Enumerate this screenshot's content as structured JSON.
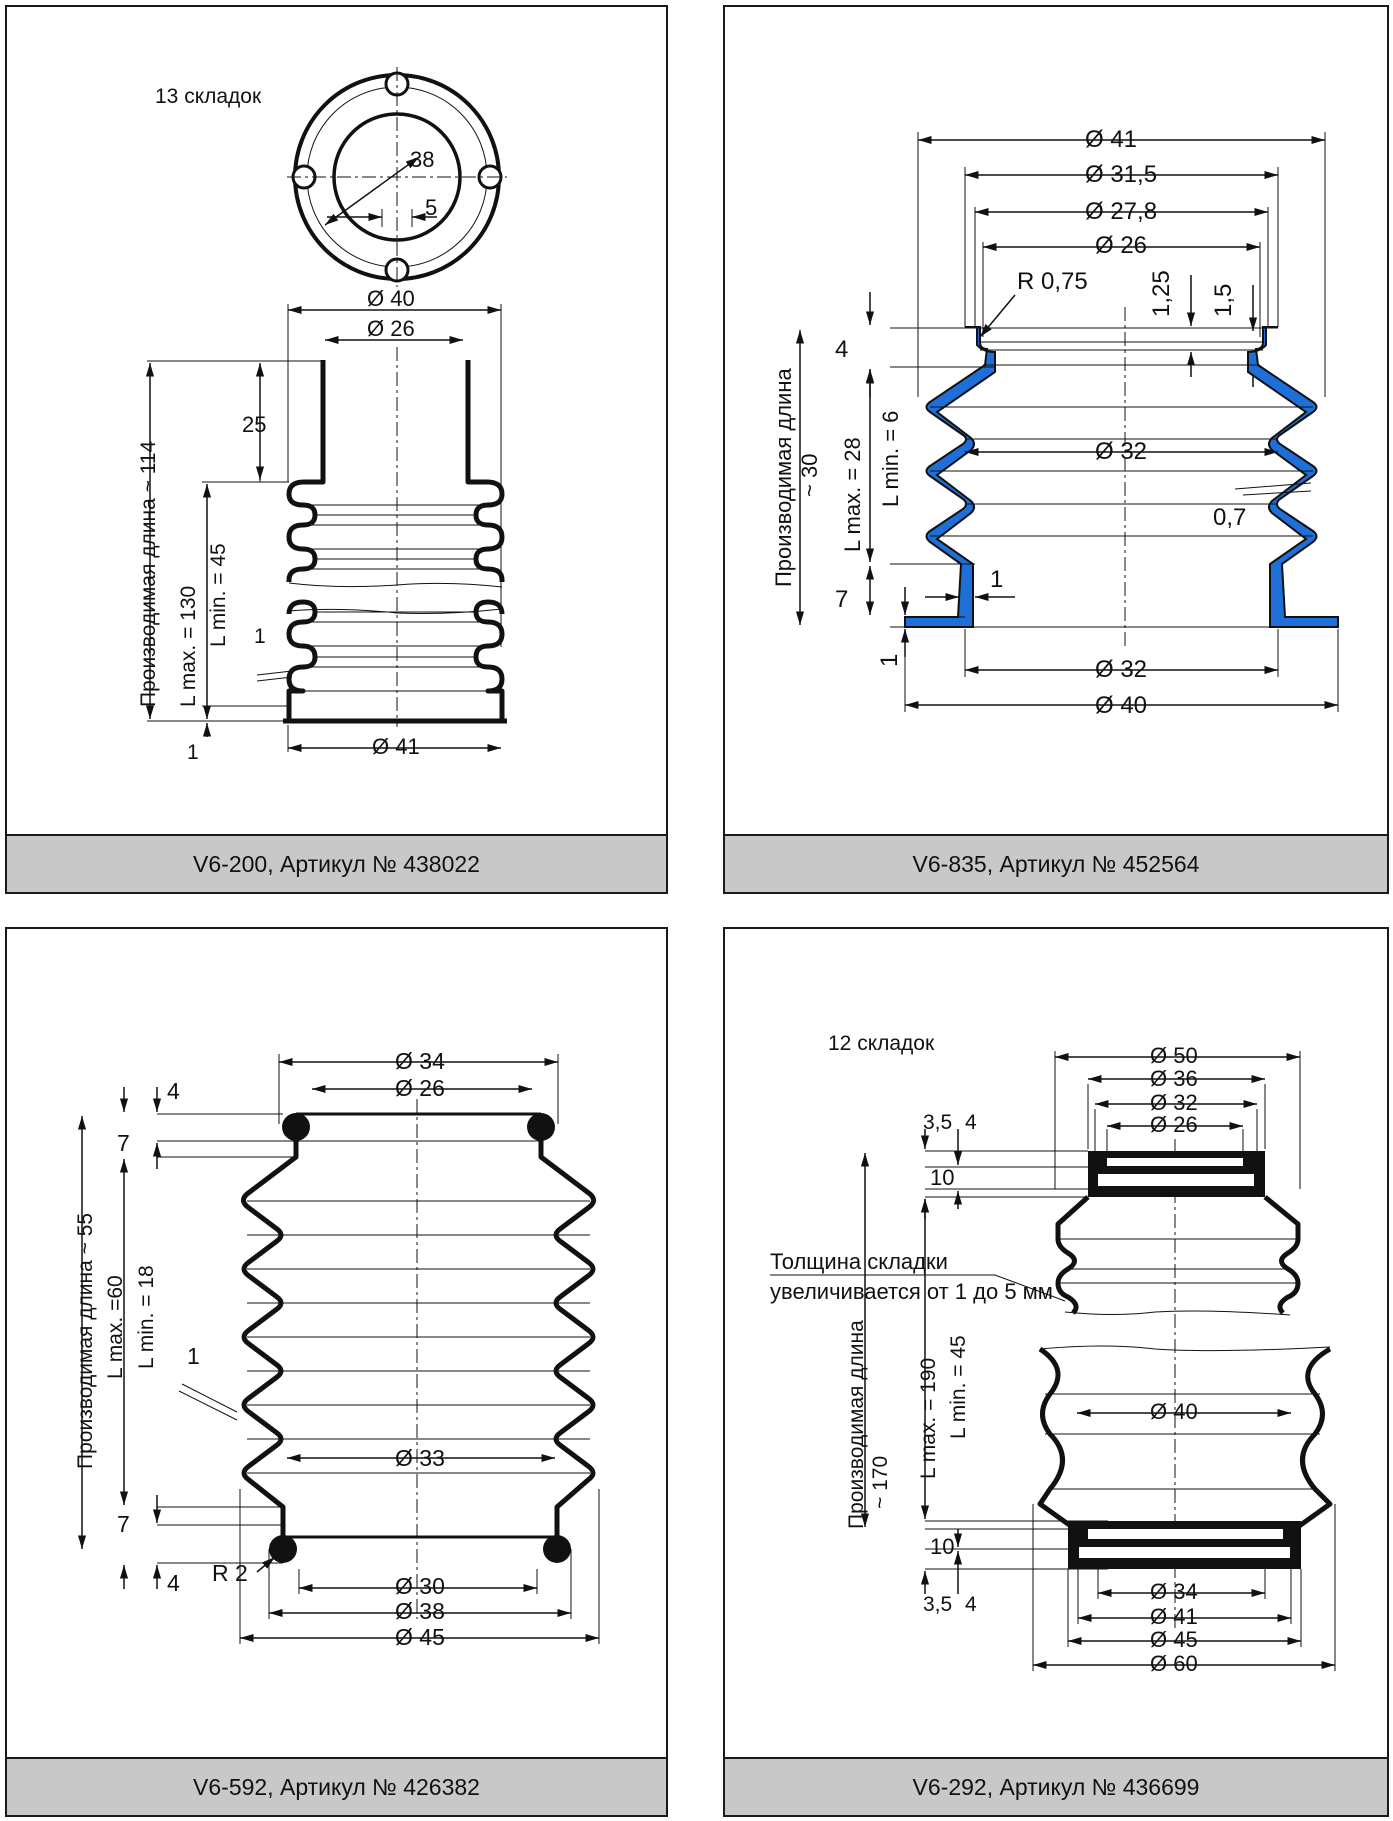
{
  "panels": [
    {
      "caption": "V6-200, Артикул № 438022",
      "folds_note": "13 складок",
      "labels": {
        "d40": "Ø 40",
        "d26": "Ø 26",
        "d41": "Ø 41",
        "d38": "38",
        "d5": "5",
        "h25": "25",
        "one_a": "1",
        "one_b": "1",
        "working_length": "Производимая длина ~ 114",
        "lmax": "L max. = 130",
        "lmin": "L min. = 45"
      }
    },
    {
      "caption": "V6-835, Артикул № 452564",
      "labels": {
        "d41": "Ø 41",
        "d315": "Ø 31,5",
        "d278": "Ø 27,8",
        "d26": "Ø 26",
        "r075": "R 0,75",
        "h125": "1,25",
        "h15": "1,5",
        "h4": "4",
        "d32a": "Ø 32",
        "t07": "0,7",
        "h7": "7",
        "one_a": "1",
        "one_b": "1",
        "d32b": "Ø 32",
        "d40": "Ø 40",
        "wl1": "Производимая длина",
        "wl2": "~ 30",
        "lmax": "L max. = 28",
        "lmin": "L min. = 6"
      }
    },
    {
      "caption": "V6-592, Артикул № 426382",
      "labels": {
        "d34": "Ø 34",
        "d26": "Ø 26",
        "h4a": "4",
        "h7a": "7",
        "one": "1",
        "d33": "Ø 33",
        "h7b": "7",
        "h4b": "4",
        "r2": "R 2",
        "d30": "Ø 30",
        "d38": "Ø 38",
        "d45": "Ø 45",
        "working_length": "Производимая длина ~ 55",
        "lmax": "L max. =60",
        "lmin": "L min. = 18"
      }
    },
    {
      "caption": "V6-292, Артикул № 436699",
      "folds_note": "12 складок",
      "labels": {
        "d50": "Ø 50",
        "d36": "Ø 36",
        "d32": "Ø 32",
        "d26": "Ø 26",
        "h35a": "3,5",
        "h4a": "4",
        "h10a": "10",
        "note1": "Толщина складки",
        "note2": "увеличивается от 1 до 5 мм",
        "d40": "Ø 40",
        "h10b": "10",
        "h35b": "3,5",
        "h4b": "4",
        "d34": "Ø 34",
        "d41": "Ø 41",
        "d45": "Ø 45",
        "d60": "Ø 60",
        "wl1": "Производимая длина",
        "wl2": "~ 170",
        "lmax": "L max. = 190",
        "lmin": "L min. = 45"
      }
    }
  ],
  "colors": {
    "highlight": "#1e6fd8",
    "footer": "#c8c8c8",
    "line": "#111111"
  }
}
